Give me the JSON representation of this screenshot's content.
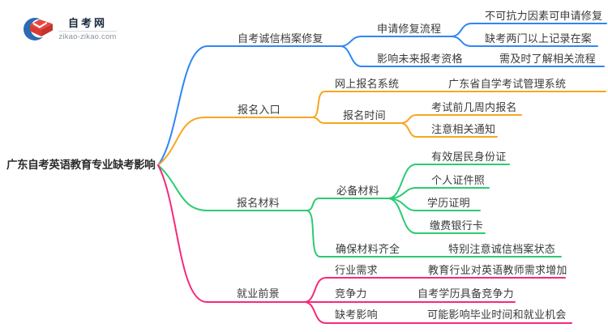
{
  "logo": {
    "title": "自考网",
    "domain": "zikao-zikao.com",
    "icon": "graduation-cap-crescent-icon",
    "colors": {
      "crescent": "#2a6bb3",
      "cap": "#e84840"
    }
  },
  "colors": {
    "branch_blue": "#2e87f3",
    "branch_orange": "#f8a61e",
    "branch_green": "#2bcb74",
    "branch_pink": "#f5297b",
    "text": "#3a3a3a"
  },
  "root": {
    "label": "广东自考英语教育专业缺考影响"
  },
  "branches": [
    {
      "label": "自考诚信档案修复",
      "color": "#2e87f3",
      "children": [
        {
          "label": "申请修复流程",
          "children": [
            {
              "label": "不可抗力因素可申请修复"
            },
            {
              "label": "缺考两门以上记录在案"
            }
          ]
        },
        {
          "label": "影响未来报考资格",
          "children": [
            {
              "label": "需及时了解相关流程"
            }
          ]
        }
      ]
    },
    {
      "label": "报名入口",
      "color": "#f8a61e",
      "children": [
        {
          "label": "网上报名系统",
          "children": [
            {
              "label": "广东省自学考试管理系统"
            }
          ]
        },
        {
          "label": "报名时间",
          "children": [
            {
              "label": "考试前几周内报名"
            },
            {
              "label": "注意相关通知"
            }
          ]
        }
      ]
    },
    {
      "label": "报名材料",
      "color": "#2bcb74",
      "children": [
        {
          "label": "必备材料",
          "children": [
            {
              "label": "有效居民身份证"
            },
            {
              "label": "个人证件照"
            },
            {
              "label": "学历证明"
            },
            {
              "label": "缴费银行卡"
            }
          ]
        },
        {
          "label": "确保材料齐全",
          "children": [
            {
              "label": "特别注意诚信档案状态"
            }
          ]
        }
      ]
    },
    {
      "label": "就业前景",
      "color": "#f5297b",
      "children": [
        {
          "label": "行业需求",
          "children": [
            {
              "label": "教育行业对英语教师需求增加"
            }
          ]
        },
        {
          "label": "竞争力",
          "children": [
            {
              "label": "自考学历具备竞争力"
            }
          ]
        },
        {
          "label": "缺考影响",
          "children": [
            {
              "label": "可能影响毕业时间和就业机会"
            }
          ]
        }
      ]
    }
  ]
}
